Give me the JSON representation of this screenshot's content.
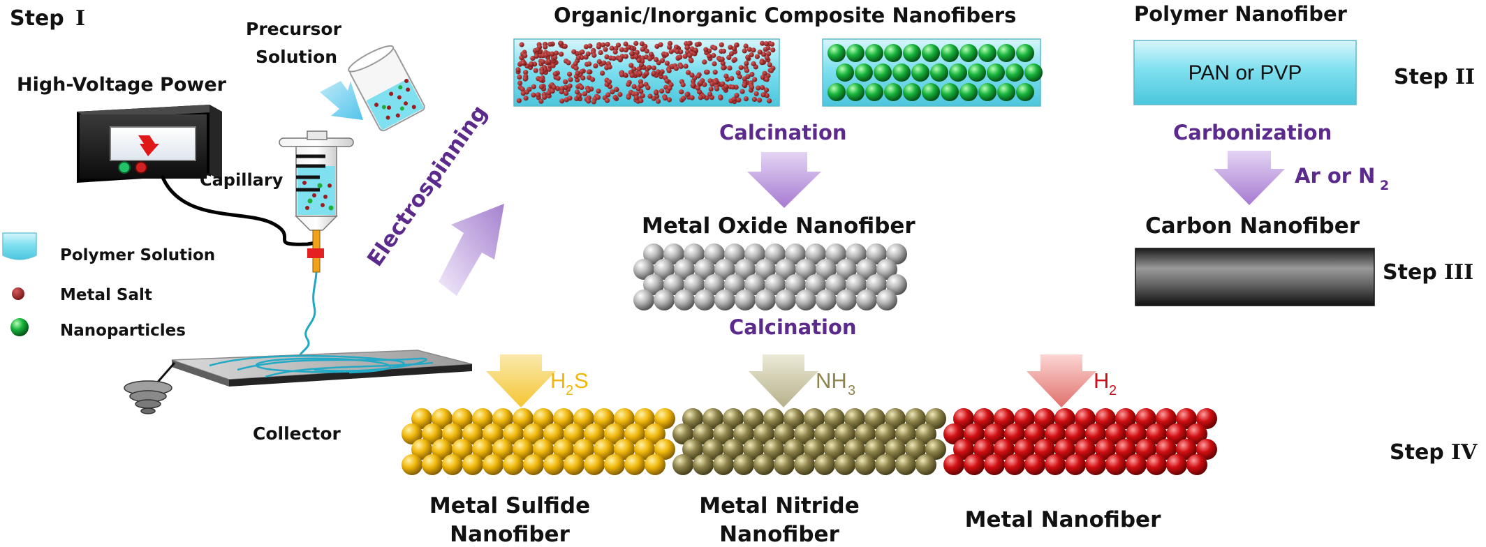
{
  "steps": {
    "step1": {
      "word": "Step",
      "numeral": "I"
    },
    "step2": {
      "word": "Step",
      "numeral": "II"
    },
    "step3": {
      "word": "Step",
      "numeral": "III"
    },
    "step4": {
      "word": "Step",
      "numeral": "IV"
    }
  },
  "setup": {
    "power_label": "High-Voltage Power",
    "precursor_label_line1": "Precursor",
    "precursor_label_line2": "Solution",
    "capillary_label": "Capillary",
    "collector_label": "Collector",
    "process_label": "Electrospinning"
  },
  "legend": {
    "polymer_solution": "Polymer Solution",
    "metal_salt": "Metal Salt",
    "nanoparticles": "Nanoparticles"
  },
  "composite": {
    "title": "Organic/Inorganic Composite Nanofibers",
    "calcination_label": "Calcination",
    "oxide_title": "Metal Oxide Nanofiber",
    "calcination2_label": "Calcination"
  },
  "polymer": {
    "title": "Polymer Nanofiber",
    "fiber_text": "PAN or PVP",
    "carbonization_label": "Carbonization",
    "gas_label": "Ar or N",
    "gas_subscript": "2",
    "carbon_title": "Carbon Nanofiber"
  },
  "products": {
    "sulfide": {
      "reagent": "H",
      "reagent_sub": "2",
      "reagent_tail": "S",
      "line1": "Metal Sulfide",
      "line2": "Nanofiber",
      "color": "#f2b705"
    },
    "nitride": {
      "reagent": "NH",
      "reagent_sub": "3",
      "reagent_tail": "",
      "line1": "Metal Nitride",
      "line2": "Nanofiber",
      "color": "#8f844c"
    },
    "metal": {
      "reagent": "H",
      "reagent_sub": "2",
      "reagent_tail": "",
      "line1": "Metal Nanofiber",
      "line2": "",
      "color": "#c8101b"
    }
  },
  "colors": {
    "purple_text": "#5b2a8c",
    "fiber_blue": "#7fe0ef",
    "metal_salt": "#8b1a1a",
    "nanoparticle": "#1aa83a",
    "oxide": "#a8a8a8"
  }
}
